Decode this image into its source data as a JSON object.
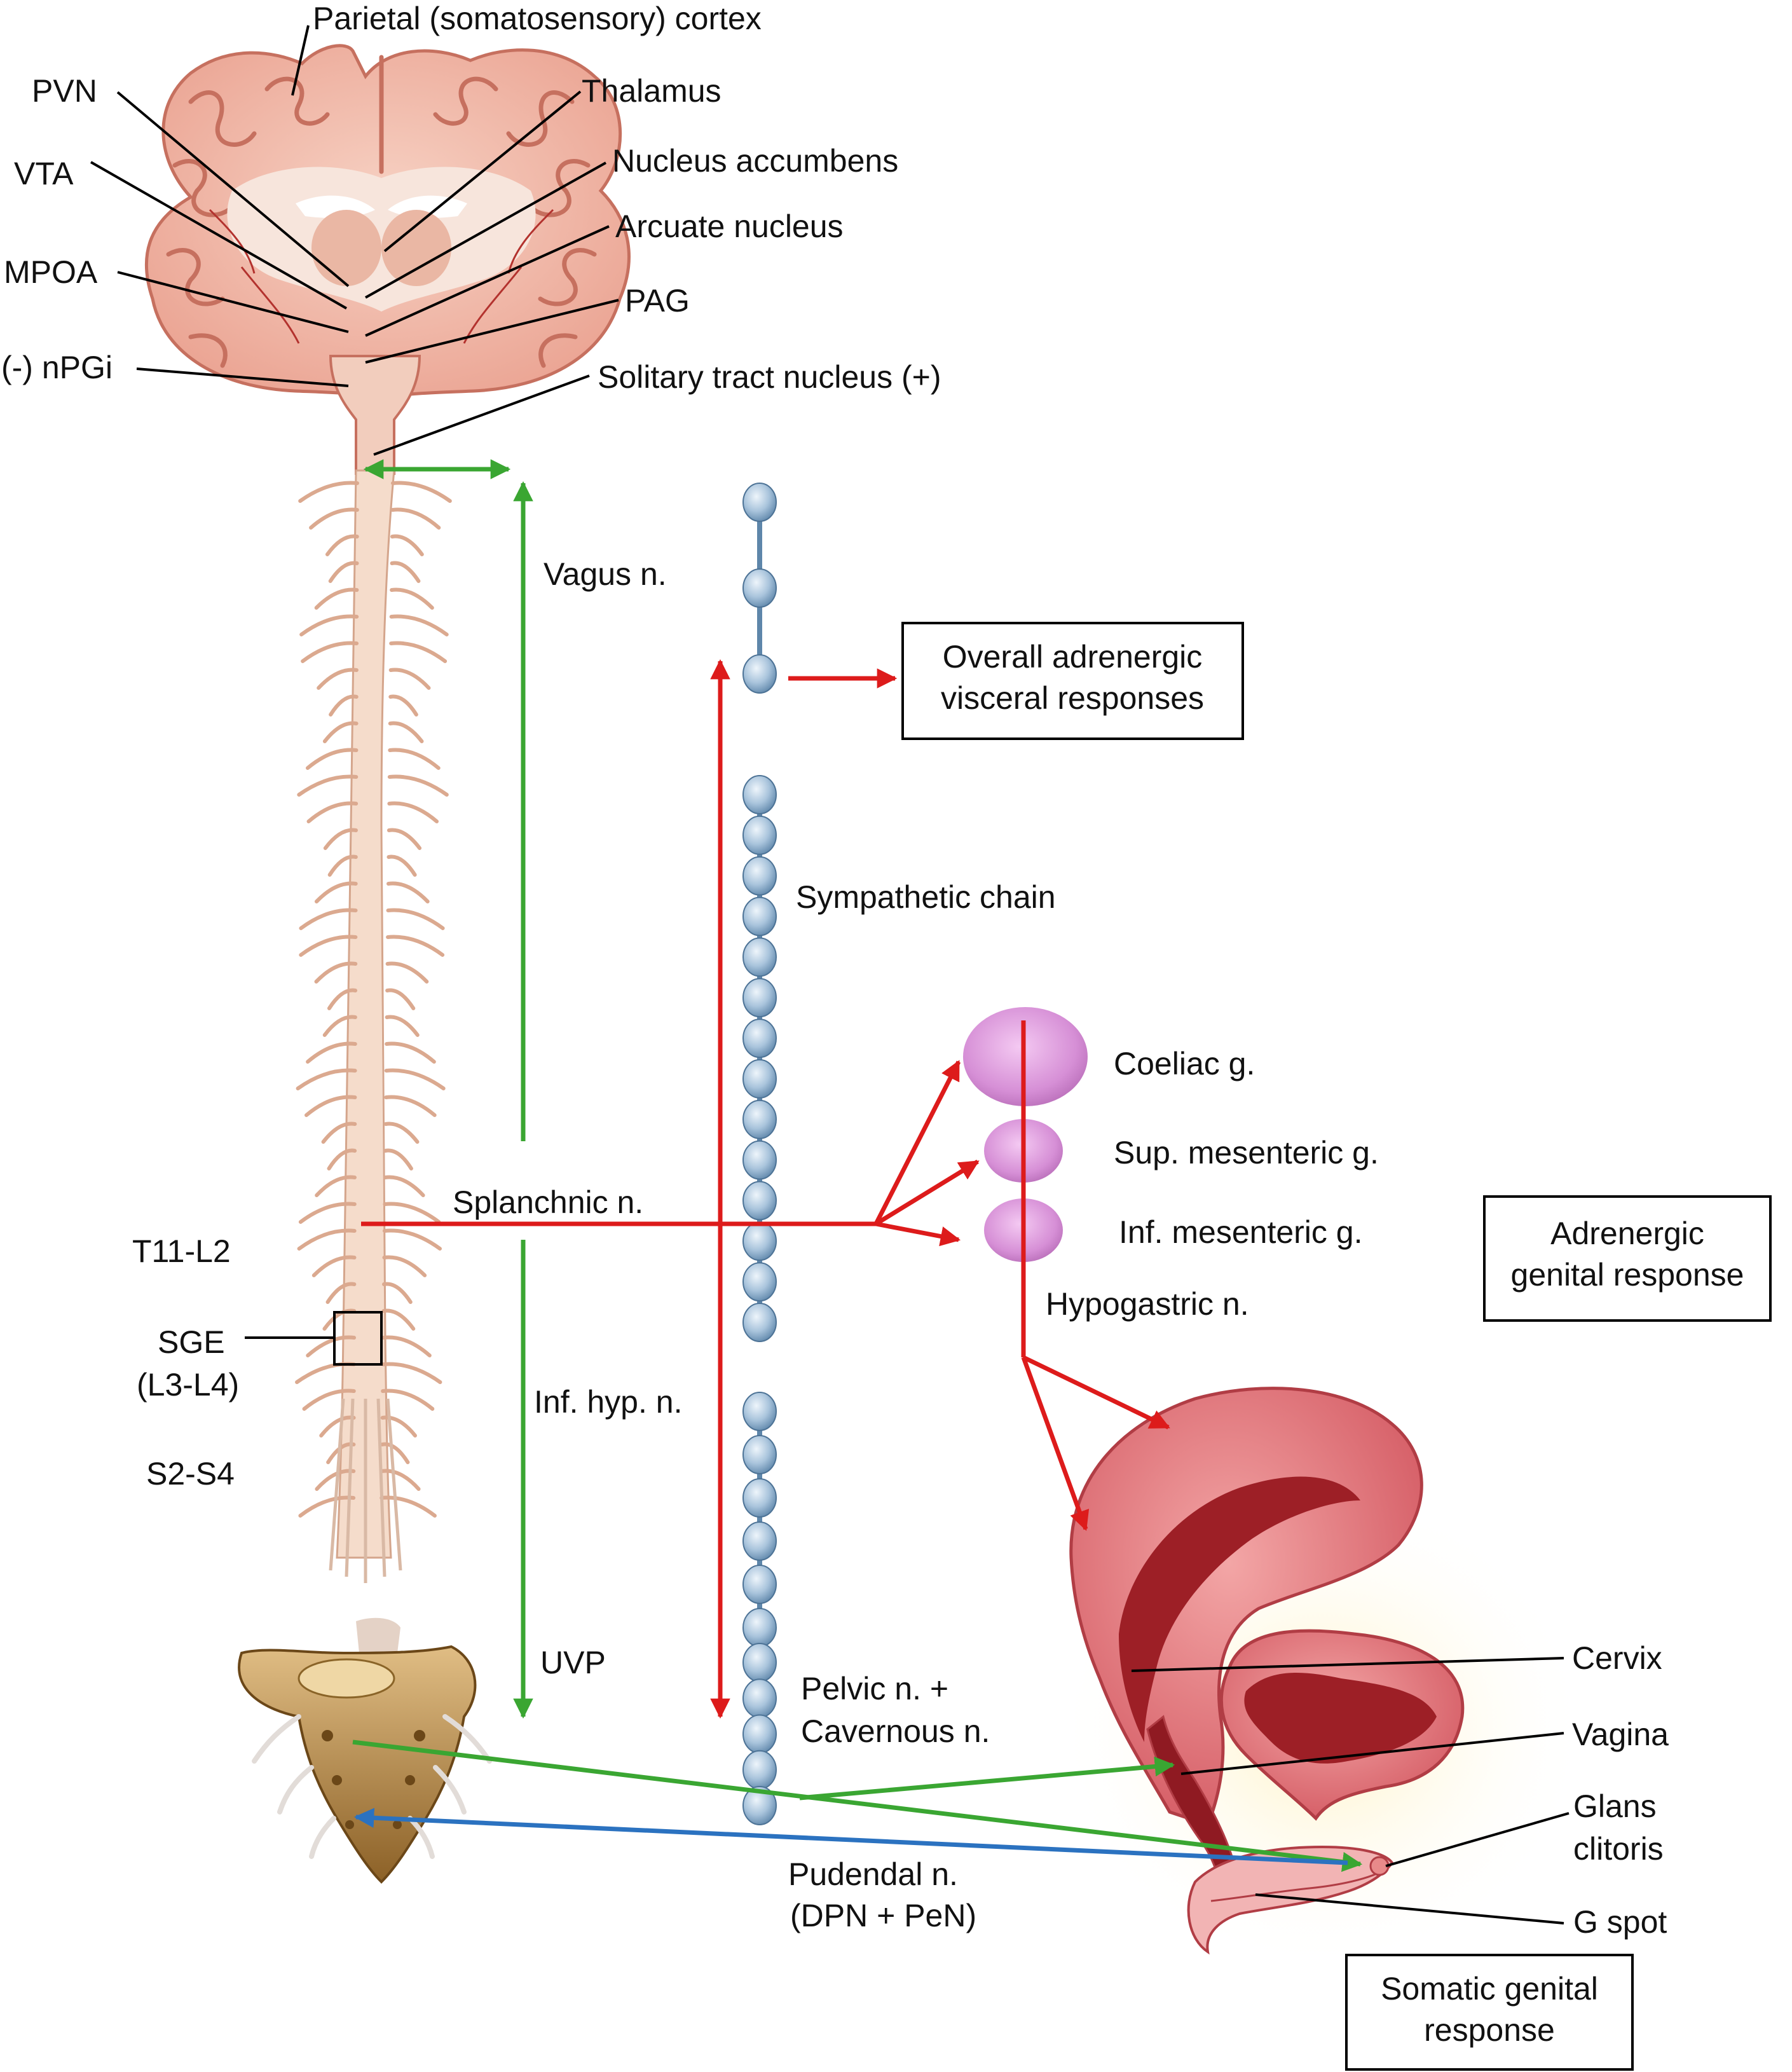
{
  "brain_labels": {
    "parietal": "Parietal (somatosensory) cortex",
    "pvn": "PVN",
    "vta": "VTA",
    "mpoa": "MPOA",
    "npgi": "(-) nPGi",
    "thalamus": "Thalamus",
    "accumbens": "Nucleus accumbens",
    "arcuate": "Arcuate nucleus",
    "pag": "PAG",
    "solitary": "Solitary tract nucleus (+)"
  },
  "spinal_labels": {
    "t11": "T11-L2",
    "sge": "SGE",
    "sge_levels": "(L3-L4)",
    "s2": "S2-S4"
  },
  "nerve_labels": {
    "vagus": "Vagus n.",
    "splanchnic": "Splanchnic n.",
    "inf_hyp": "Inf. hyp. n.",
    "uvp": "UVP",
    "sympathetic": "Sympathetic chain",
    "pelvic_line1": "Pelvic n. +",
    "pelvic_line2": "Cavernous n.",
    "pudendal_line1": "Pudendal n.",
    "pudendal_line2": "(DPN + PeN)",
    "hypogastric": "Hypogastric n."
  },
  "ganglia_labels": {
    "coeliac": "Coeliac g.",
    "sup_mes": "Sup. mesenteric g.",
    "inf_mes": "Inf. mesenteric g."
  },
  "genital_labels": {
    "cervix": "Cervix",
    "vagina": "Vagina",
    "glans_line1": "Glans",
    "glans_line2": "clitoris",
    "gspot": "G spot"
  },
  "boxes": {
    "visceral_line1": "Overall adrenergic",
    "visceral_line2": "visceral responses",
    "adrenergic_line1": "Adrenergic",
    "adrenergic_line2": "genital response",
    "somatic_line1": "Somatic genital",
    "somatic_line2": "response"
  },
  "colors": {
    "parasympathetic": "#3aa632",
    "sympathetic": "#dd1b1b",
    "somatic_afferent": "#2b72c0",
    "ganglion_bead": "#a9c4dc",
    "ganglion_pink": "#d68fd6"
  }
}
